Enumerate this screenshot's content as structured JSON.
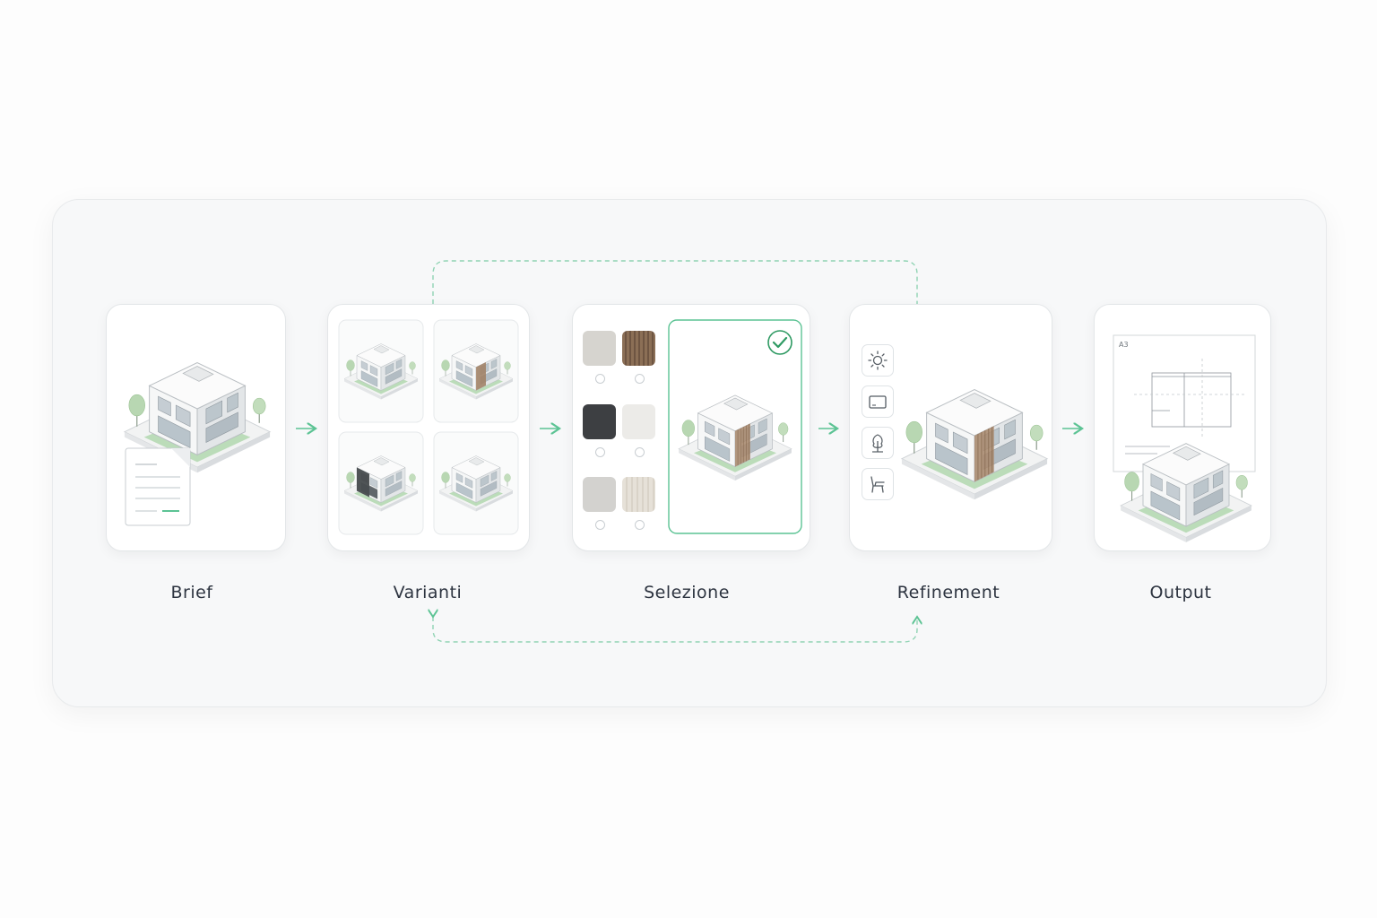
{
  "steps": [
    {
      "id": "brief",
      "label": "Brief"
    },
    {
      "id": "variants",
      "label": "Varianti"
    },
    {
      "id": "selection",
      "label": "Selezione"
    },
    {
      "id": "refinement",
      "label": "Refinement"
    },
    {
      "id": "output",
      "label": "Output"
    }
  ],
  "output_sheet_tag": "A3",
  "colors": {
    "accent": "#5cc394",
    "accent_dark": "#2f9a63",
    "text": "#2d3440",
    "panel_bg": "#f7f8f9",
    "card_border": "#e3e6e8"
  },
  "icons": {
    "refinement_tools": [
      "sun-icon",
      "image-frame-icon",
      "tree-icon",
      "chair-icon"
    ],
    "selection_check": "check-icon"
  }
}
